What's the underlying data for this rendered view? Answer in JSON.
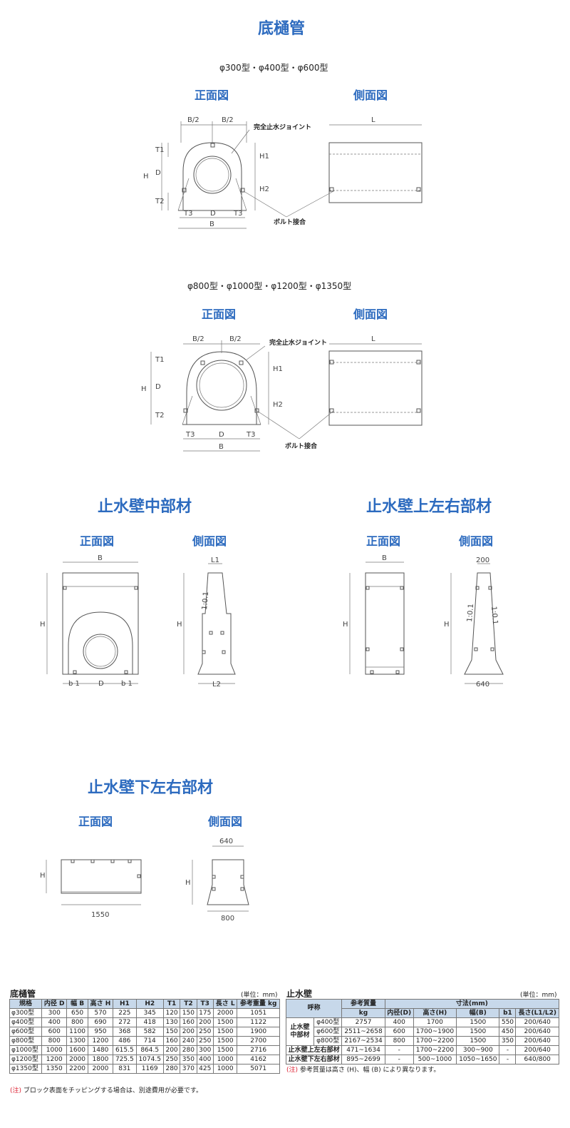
{
  "page_title": "底樋管",
  "sec1": {
    "models": "φ300型・φ400型・φ600型",
    "front": "正面図",
    "side": "側面図"
  },
  "sec2": {
    "models": "φ800型・φ1000型・φ1200型・φ1350型",
    "front": "正面図",
    "side": "側面図"
  },
  "dims": {
    "b2": "B/2",
    "b": "B",
    "d": "D",
    "h": "H",
    "h1": "H1",
    "h2": "H2",
    "t1": "T1",
    "t2": "T2",
    "t3": "T3",
    "l": "L",
    "l1": "L1",
    "l2": "L2",
    "b1": "b 1",
    "slope": "1:0.1",
    "joint": "完全止水ジョイント",
    "bolt": "ボルト接合",
    "w200": "200",
    "w640": "640",
    "w1550": "1550",
    "w800": "800"
  },
  "mid": {
    "title": "止水壁中部材",
    "front": "正面図",
    "side": "側面図"
  },
  "upper": {
    "title": "止水壁上左右部材",
    "front": "正面図",
    "side": "側面図"
  },
  "lower": {
    "title": "止水壁下左右部材",
    "front": "正面図",
    "side": "側面図"
  },
  "table1": {
    "caption": "底樋管",
    "unit": "(単位：mm)",
    "headers": [
      "規格",
      "内径 D",
      "幅 B",
      "高さ H",
      "H1",
      "H2",
      "T1",
      "T2",
      "T3",
      "長さ L",
      "参考重量 kg"
    ],
    "rows": [
      [
        "φ300型",
        "300",
        "650",
        "570",
        "225",
        "345",
        "120",
        "150",
        "175",
        "2000",
        "1051"
      ],
      [
        "φ400型",
        "400",
        "800",
        "690",
        "272",
        "418",
        "130",
        "160",
        "200",
        "1500",
        "1122"
      ],
      [
        "φ600型",
        "600",
        "1100",
        "950",
        "368",
        "582",
        "150",
        "200",
        "250",
        "1500",
        "1900"
      ],
      [
        "φ800型",
        "800",
        "1300",
        "1200",
        "486",
        "714",
        "160",
        "240",
        "250",
        "1500",
        "2700"
      ],
      [
        "φ1000型",
        "1000",
        "1600",
        "1480",
        "615.5",
        "864.5",
        "200",
        "280",
        "300",
        "1500",
        "2716"
      ],
      [
        "φ1200型",
        "1200",
        "2000",
        "1800",
        "725.5",
        "1074.5",
        "250",
        "350",
        "400",
        "1000",
        "4162"
      ],
      [
        "φ1350型",
        "1350",
        "2200",
        "2000",
        "831",
        "1169",
        "280",
        "370",
        "425",
        "1000",
        "5071"
      ]
    ],
    "note_mark": "(注)",
    "note": "ブロック表面をチッピングする場合は、別途費用が必要です。"
  },
  "table2": {
    "caption": "止水壁",
    "unit": "(単位：mm)",
    "h_name": "呼称",
    "h_weight": "参考質量",
    "h_weight_unit": "kg",
    "h_dims": "寸法(mm)",
    "h_d": "内径(D)",
    "h_h": "高さ(H)",
    "h_b": "幅(B)",
    "h_b1": "b1",
    "h_l": "長さ(L1/L2)",
    "group": "止水壁 中部材",
    "rows": [
      [
        "φ400型",
        "2757",
        "400",
        "1700",
        "1500",
        "550",
        "200/640"
      ],
      [
        "φ600型",
        "2511~2658",
        "600",
        "1700~1900",
        "1500",
        "450",
        "200/640"
      ],
      [
        "φ800型",
        "2167~2534",
        "800",
        "1700~2200",
        "1500",
        "350",
        "200/640"
      ]
    ],
    "rows2": [
      [
        "止水壁上左右部材",
        "471~1634",
        "-",
        "1700~2200",
        "300~900",
        "-",
        "200/640"
      ],
      [
        "止水壁下左右部材",
        "895~2699",
        "-",
        "500~1000",
        "1050~1650",
        "-",
        "640/800"
      ]
    ],
    "note_mark": "(注)",
    "note": "参考質量は高さ (H)、幅 (B) により異なります。"
  }
}
